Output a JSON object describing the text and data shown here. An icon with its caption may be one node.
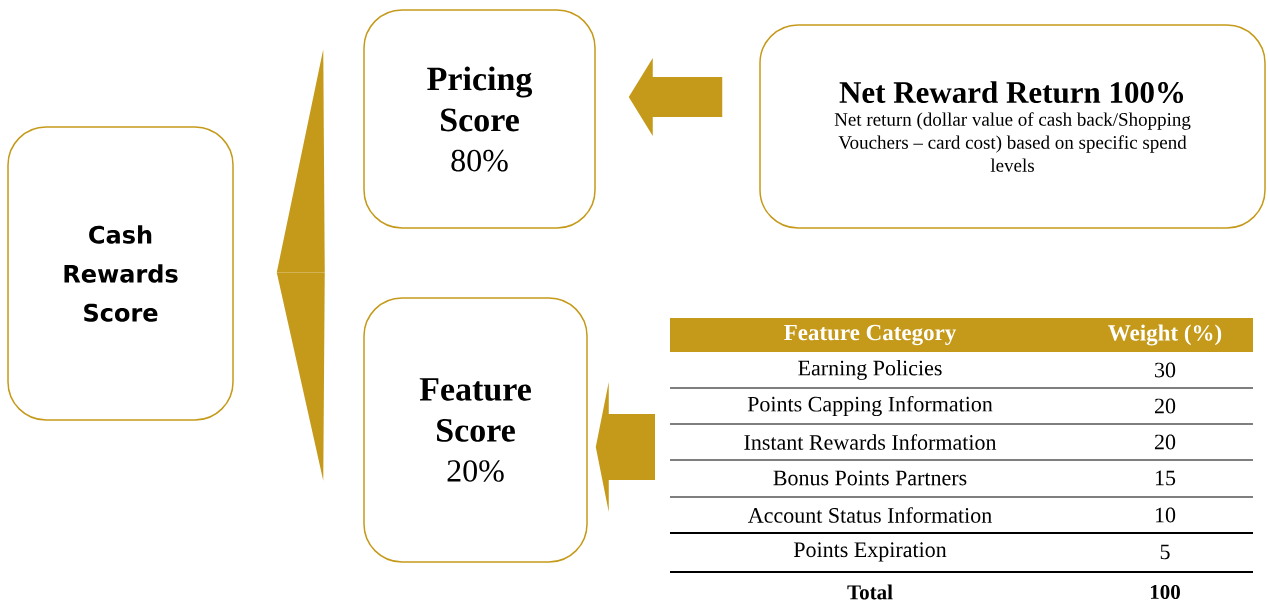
{
  "diagram": {
    "nodes": [
      {
        "text": [
          "Cash Rewards Score"
        ]
      },
      {
        "text": [
          "Pricing Score",
          "80%"
        ]
      },
      {
        "text": [
          "Net Reward Return 100%",
          "Net return (dollar value of cash back/Shopping Vouchers – card cost) based on specific spend levels"
        ]
      },
      {
        "text": [
          "Feature Score",
          "20%"
        ]
      }
    ],
    "edges": [
      {
        "from": 0,
        "to": 1,
        "arrow": "to"
      },
      {
        "from": 0,
        "to": 3,
        "arrow": "to"
      },
      {
        "from": 2,
        "to": 1,
        "arrow": "to"
      },
      {
        "from": null,
        "to": 3,
        "arrow": "to"
      }
    ],
    "labels": [
      "Feature Category",
      "Weight (%)",
      "Earning Policies",
      "30",
      "Points Capping Information",
      "20",
      "Instant Rewards Information",
      "20",
      "Bonus Points Partners",
      "15",
      "Account Status Information",
      "10",
      "Points Expiration",
      "5",
      "Total",
      "100"
    ]
  }
}
